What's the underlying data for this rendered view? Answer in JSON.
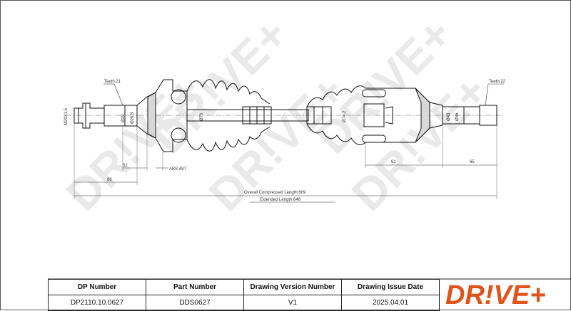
{
  "drawing": {
    "teeth_left": "Teeth:21",
    "teeth_right": "Teeth:22",
    "thread": "M20X1.5",
    "d_left_shaft": "Ø29",
    "d_left_inner": "Ø26.8",
    "d_boot_left": "Ø79",
    "d_boot_right": "Ø74.2",
    "d_right_out": "Ø43",
    "d_right_shaft": "Ø36",
    "dim_52": "52",
    "dim_86": "86",
    "dim_61": "61",
    "dim_65": "65",
    "abs_ring": "ABS:48T",
    "overall_length": "Overall Compressed Length:609",
    "extended_length": "Extended Length:646",
    "watermark": "DR!VE+"
  },
  "info_table": {
    "headers": [
      "DP Number",
      "Part Number",
      "Drawing Version Number",
      "Drawing Issue Date"
    ],
    "values": [
      "DP2110.10.0627",
      "DDS0627",
      "V1",
      "2025.04.01"
    ]
  },
  "brand": {
    "logo_text": "DR!VE+",
    "color": "#e0531b"
  }
}
